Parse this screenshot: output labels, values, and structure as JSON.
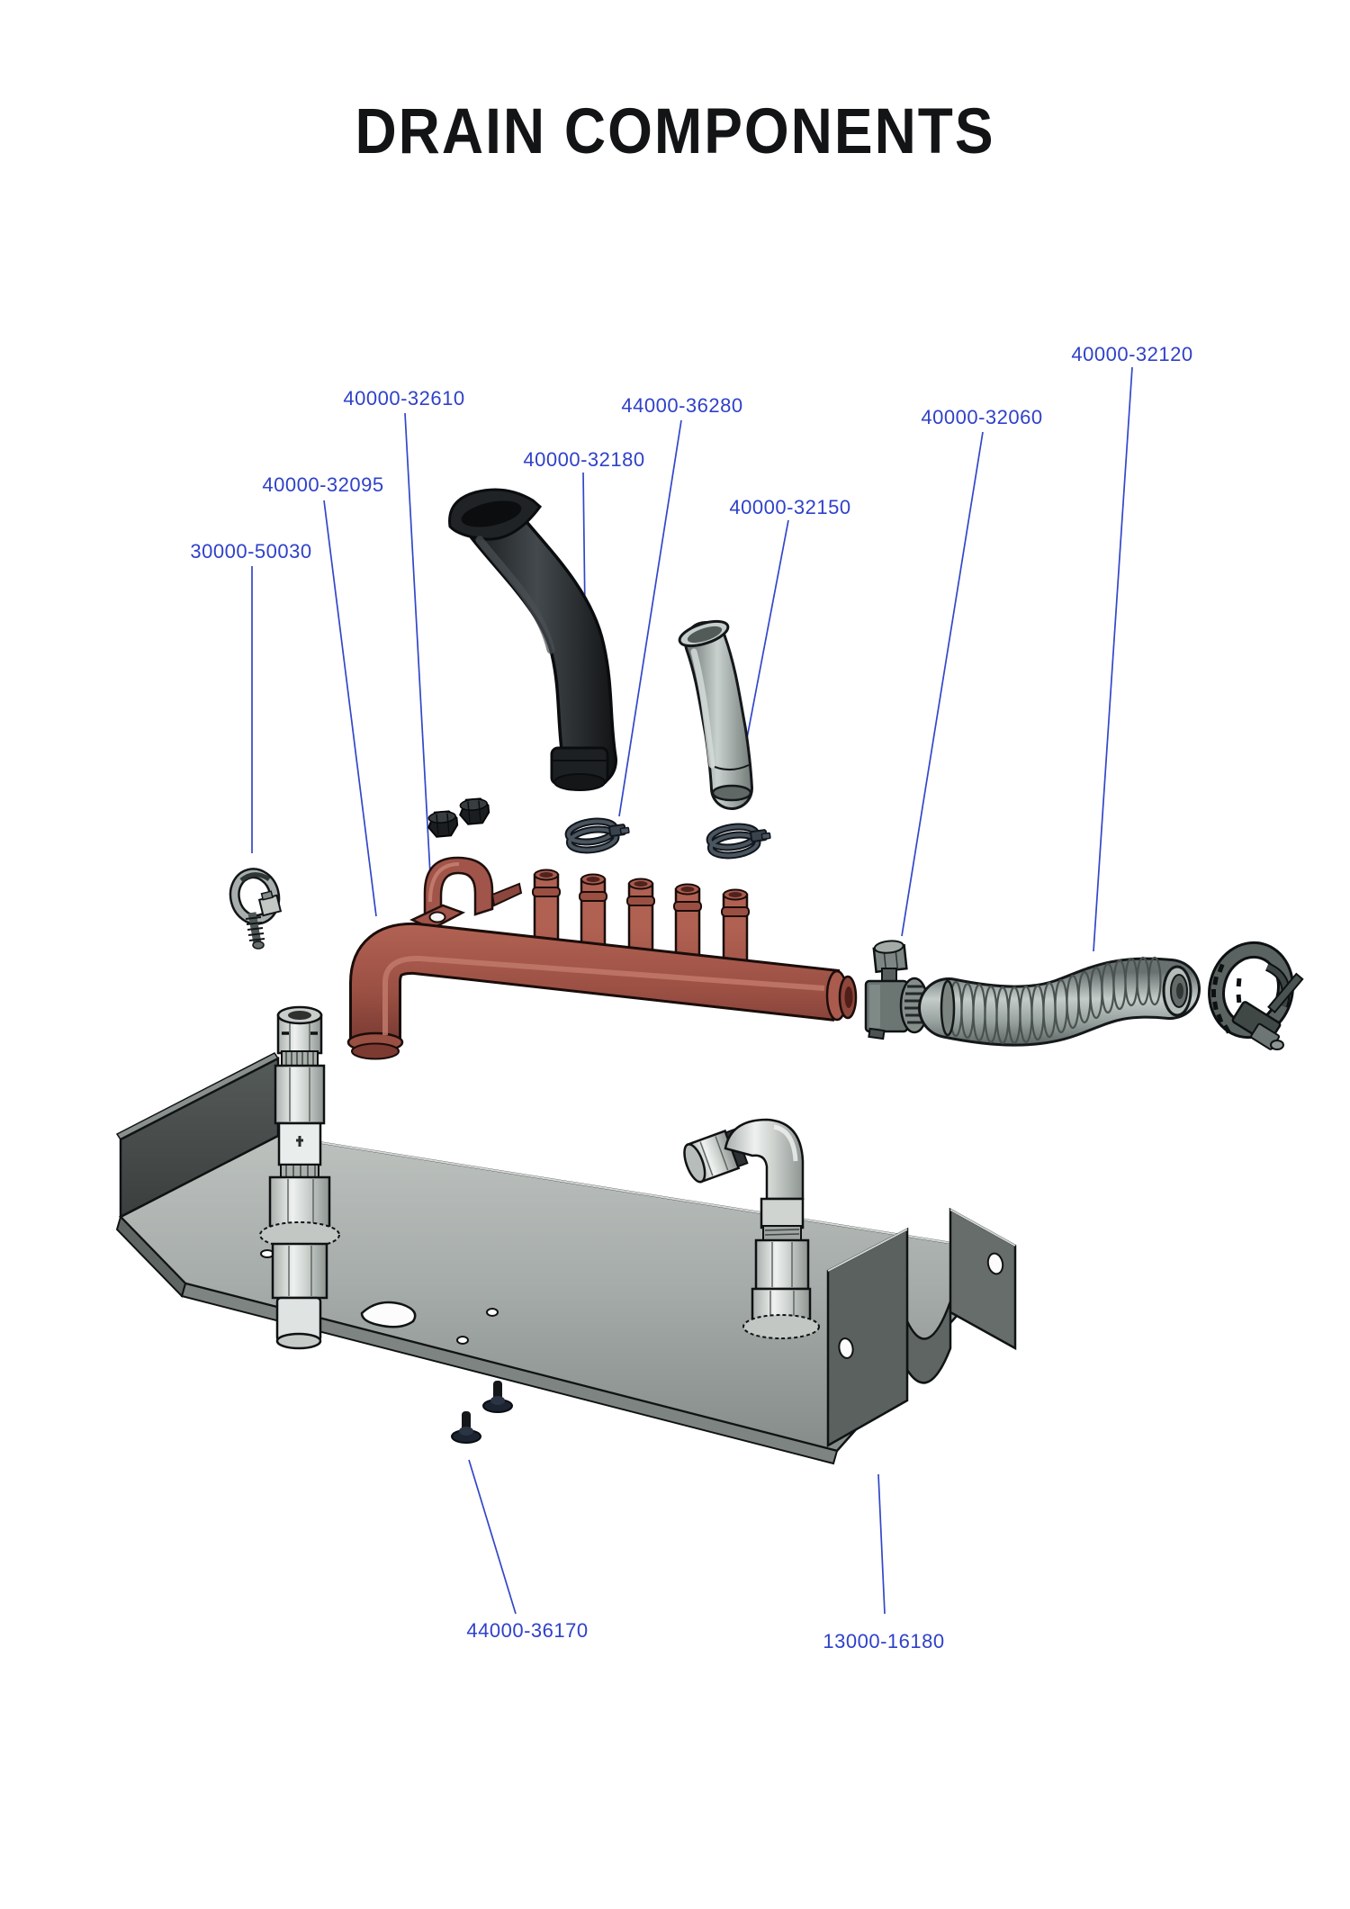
{
  "page": {
    "title": "DRAIN COMPONENTS"
  },
  "colors": {
    "label_blue": "#2f41c9",
    "leader_blue": "#3247c9",
    "manifold_red": "#9a4f43",
    "black_hose": "#26292c",
    "gray_tube": "#98a2a0",
    "tray_gray": "#a6aca9",
    "metal_light": "#dfe3e1"
  },
  "labels": [
    {
      "part_number": "40000-32120",
      "points_to": "corrugated-drain-hose"
    },
    {
      "part_number": "40000-32610",
      "points_to": "pipe-saddle-clamp"
    },
    {
      "part_number": "44000-36280",
      "points_to": "wire-hose-clamps"
    },
    {
      "part_number": "40000-32060",
      "points_to": "quick-connect-fitting"
    },
    {
      "part_number": "40000-32180",
      "points_to": "black-molded-hose"
    },
    {
      "part_number": "40000-32150",
      "points_to": "gray-drain-tube"
    },
    {
      "part_number": "40000-32095",
      "points_to": "drain-manifold-pipe"
    },
    {
      "part_number": "30000-50030",
      "points_to": "gear-hose-clamp"
    },
    {
      "part_number": "44000-36170",
      "points_to": "mounting-screws"
    },
    {
      "part_number": "13000-16180",
      "points_to": "drain-pan-bracket"
    }
  ]
}
